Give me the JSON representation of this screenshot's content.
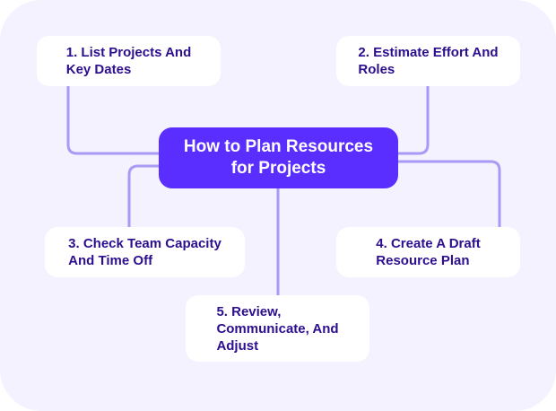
{
  "diagram": {
    "title": "How to Plan Resources\nfor Projects",
    "colors": {
      "background": "#F3F2FE",
      "center_fill": "#5A2EFE",
      "center_text": "#FFFFFF",
      "node_fill": "#FFFFFF",
      "node_text": "#2C0E8F",
      "connector": "#A99BF5"
    },
    "steps": [
      {
        "label": "1. List Projects And\n    Key Dates"
      },
      {
        "label": "2. Estimate Effort And\n    Roles"
      },
      {
        "label": "3. Check Team Capacity\n    And Time Off"
      },
      {
        "label": "4. Create A Draft\n    Resource Plan"
      },
      {
        "label": "5. Review,\n    Communicate, And\n    Adjust"
      }
    ]
  }
}
